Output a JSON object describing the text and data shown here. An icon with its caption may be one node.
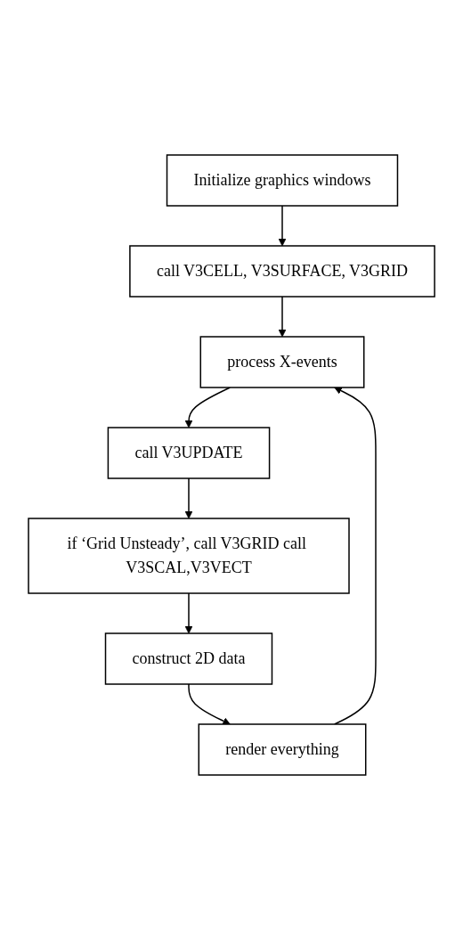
{
  "diagram": {
    "nodes": [
      {
        "text": [
          "Initialize graphics windows"
        ]
      },
      {
        "text": [
          "call V3CELL, V3SURFACE, V3GRID"
        ]
      },
      {
        "text": [
          "process X-events"
        ]
      },
      {
        "text": [
          "call V3UPDATE"
        ]
      },
      {
        "text": [
          "if ‘Grid Unsteady’, call V3GRID call V3SCAL,V3VECT"
        ]
      },
      {
        "text": [
          "construct 2D data"
        ]
      },
      {
        "text": [
          "render everything"
        ]
      }
    ],
    "edges": [
      {
        "from": 0,
        "to": 1,
        "arrow": "to"
      },
      {
        "from": 1,
        "to": 2,
        "arrow": "to"
      },
      {
        "from": 2,
        "to": 3,
        "arrow": "to"
      },
      {
        "from": 3,
        "to": 4,
        "arrow": "to"
      },
      {
        "from": 4,
        "to": 5,
        "arrow": "to"
      },
      {
        "from": 5,
        "to": 6,
        "arrow": "to"
      },
      {
        "from": 6,
        "to": 2,
        "arrow": "to"
      }
    ]
  }
}
